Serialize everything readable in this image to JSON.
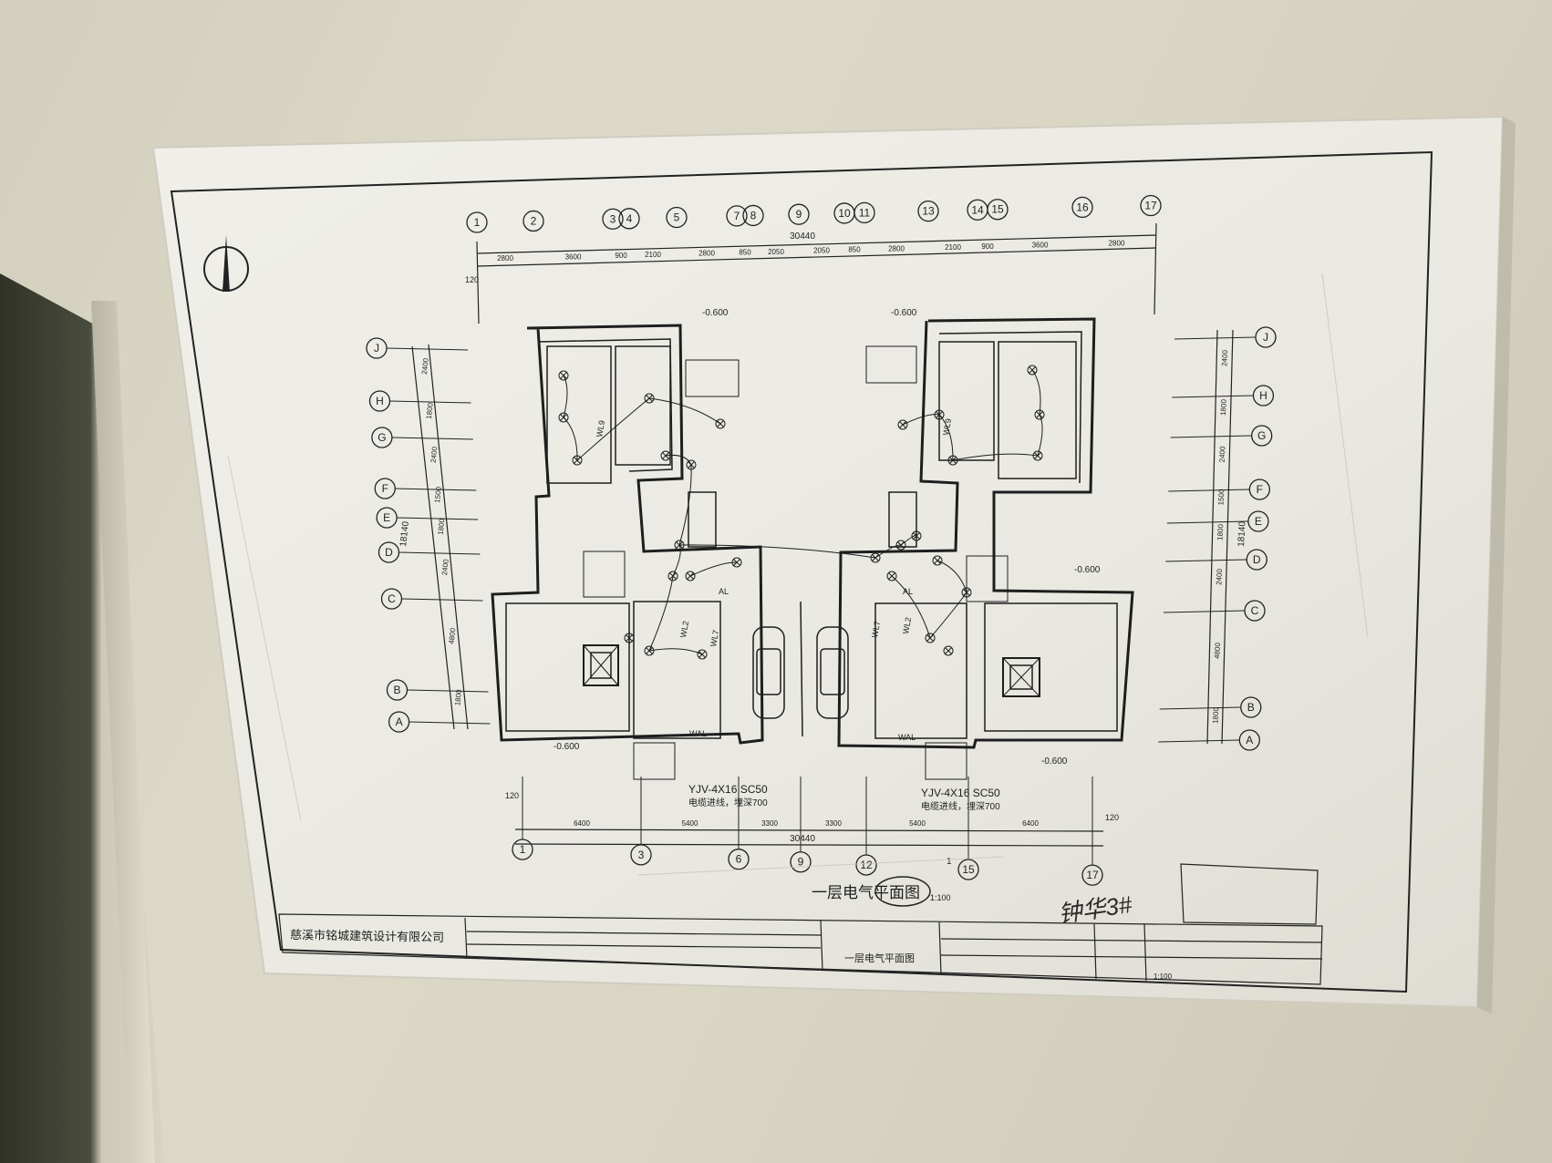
{
  "sheet": {
    "company": "慈溪市铭城建筑设计有限公司",
    "title": "一层电气平面图",
    "scale": "1:100",
    "title_block_drawing_name": "一层电气平面图",
    "title_block_scale": "1:100",
    "signature": "钟华3#"
  },
  "dimensions": {
    "top_total": "30440",
    "bottom_total": "30440",
    "left_total": "18140",
    "right_total": "18140",
    "top_segments": [
      "2800",
      "3600",
      "900",
      "2100",
      "2800",
      "850",
      "2050",
      "2050",
      "850",
      "2800",
      "2100",
      "900",
      "3600",
      "2800"
    ],
    "bottom_segments": [
      "6400",
      "5400",
      "3300",
      "3300",
      "5400",
      "6400"
    ],
    "left_segments": [
      "2400",
      "1800",
      "2400",
      "1500",
      "1800",
      "2400",
      "4800",
      "1800"
    ],
    "right_segments": [
      "2400",
      "1800",
      "2400",
      "1500",
      "1800",
      "2400",
      "4800",
      "1800"
    ],
    "edge_120": "120"
  },
  "grid_axes": {
    "top": [
      "1",
      "2",
      "3",
      "4",
      "5",
      "7",
      "8",
      "9",
      "10",
      "11",
      "13",
      "14",
      "15",
      "16",
      "17"
    ],
    "bottom": [
      "1",
      "3",
      "6",
      "9",
      "12",
      "15",
      "17"
    ],
    "left": [
      "J",
      "H",
      "G",
      "F",
      "E",
      "D",
      "C",
      "B",
      "A"
    ],
    "right": [
      "J",
      "H",
      "G",
      "F",
      "E",
      "D",
      "C",
      "B",
      "A"
    ]
  },
  "annotations": {
    "level_1": "-0.600",
    "level_2": "-0.600",
    "level_3": "-0.600",
    "level_4": "-0.600",
    "level_5": "-0.600",
    "cable_left": "YJV-4X16 SC50",
    "cable_right": "YJV-4X16 SC50",
    "cable_note_left": "电缆进线，埋深700",
    "cable_note_right": "电缆进线，埋深700",
    "wl9": "WL9",
    "wl7": "WL7",
    "wl2": "WL2",
    "al": "AL",
    "wal": "WAL",
    "axis_note": "1"
  },
  "colors": {
    "paper": "#ecebe4",
    "ink": "#1e1e1e",
    "wall": "#d6d2c0"
  }
}
